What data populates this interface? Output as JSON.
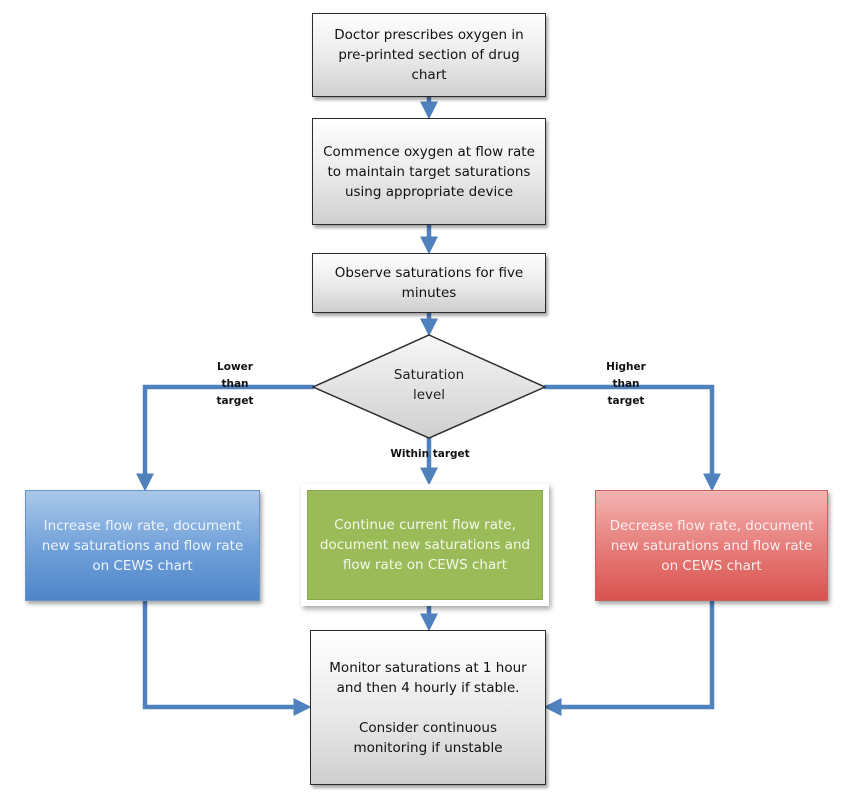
{
  "colors": {
    "connector": "#4f81bd",
    "increase_box": "#4f86c9",
    "continue_box": "#9bbb59",
    "decrease_box": "#d9534f",
    "neutral_box": "#e0e0e0"
  },
  "nodes": {
    "prescribe": {
      "text": "Doctor prescribes oxygen in pre-printed section of drug chart"
    },
    "commence": {
      "text": "Commence oxygen at flow rate to maintain target saturations using appropriate device"
    },
    "observe": {
      "text": "Observe saturations for five minutes"
    },
    "decision": {
      "text_line1": "Saturation",
      "text_line2": "level"
    },
    "increase": {
      "text": "Increase flow rate, document new saturations and flow rate on CEWS chart"
    },
    "continue": {
      "text": "Continue current flow rate, document new saturations and flow rate on CEWS chart"
    },
    "decrease": {
      "text": "Decrease flow rate, document new saturations and flow rate on CEWS chart"
    },
    "monitor": {
      "text_part1": "Monitor saturations at 1 hour and then 4 hourly if stable.",
      "text_part2": "Consider continuous monitoring if unstable"
    }
  },
  "edge_labels": {
    "lower": {
      "line1": "Lower",
      "line2": "than",
      "line3": "target"
    },
    "higher": {
      "line1": "Higher",
      "line2": "than",
      "line3": "target"
    },
    "within": "Within target"
  }
}
